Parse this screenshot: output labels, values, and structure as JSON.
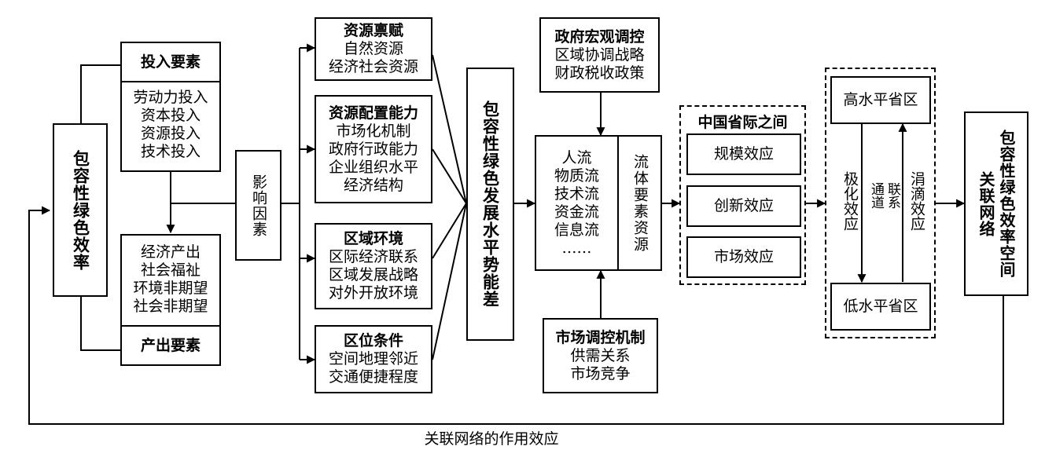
{
  "left_box": {
    "title": "包容性绿色效率"
  },
  "input": {
    "header": "投入要素",
    "items": [
      "劳动力投入",
      "资本投入",
      "资源投入",
      "技术投入"
    ]
  },
  "output": {
    "header": "产出要素",
    "items": [
      "经济产出",
      "社会福祉",
      "环境非期望",
      "社会非期望"
    ]
  },
  "factors_label": "影响因素",
  "factor_groups": [
    {
      "title": "资源禀赋",
      "items": [
        "自然资源",
        "经济社会资源"
      ]
    },
    {
      "title": "资源配置能力",
      "items": [
        "市场化机制",
        "政府行政能力",
        "企业组织水平",
        "经济结构"
      ]
    },
    {
      "title": "区域环境",
      "items": [
        "区际经济联系",
        "区域发展战略",
        "对外开放环境"
      ]
    },
    {
      "title": "区位条件",
      "items": [
        "空间地理邻近",
        "交通便捷程度"
      ]
    }
  ],
  "potential_box": {
    "title": "包容性绿色发展水平势能差"
  },
  "gov": {
    "title": "政府宏观调控",
    "items": [
      "区域协调战略",
      "财政税收政策"
    ]
  },
  "market": {
    "title": "市场调控机制",
    "items": [
      "供需关系",
      "市场竞争"
    ]
  },
  "flows": {
    "items": [
      "人流",
      "物质流",
      "技术流",
      "资金流",
      "信息流",
      "……"
    ],
    "side": "流体要素资源"
  },
  "inter_province": {
    "title": "中国省际之间",
    "effects": [
      "规模效应",
      "创新效应",
      "市场效应"
    ]
  },
  "provinces": {
    "high": "高水平省区",
    "low": "低水平省区",
    "polar": "极化效应",
    "channel": "联系通道",
    "trickle": "涓滴效应"
  },
  "right_box": {
    "title": "包容性绿色效率空间关联网络"
  },
  "bottom_label": "关联网络的作用效应"
}
